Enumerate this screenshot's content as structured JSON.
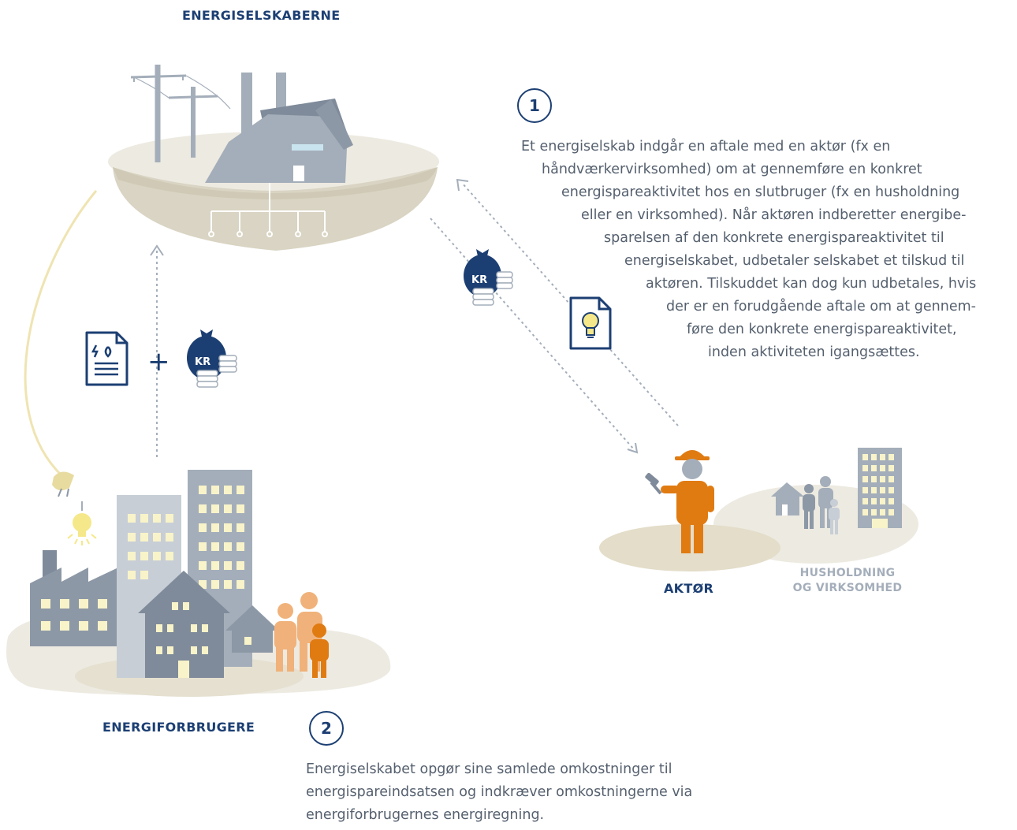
{
  "labels": {
    "energy_companies": "ENERGISELSKABERNE",
    "consumers": "ENERGIFORBRUGERE",
    "actor": "AKTØR",
    "household_line1": "HUSHOLDNING",
    "household_line2": "OG VIRKSOMHED"
  },
  "steps": [
    {
      "number": "1",
      "lines": [
        "Et energiselskab indgår en aftale med en aktør (fx en",
        "håndværkervirksomhed) om at gennemføre en konkret",
        "energispareaktivitet hos en slutbruger (fx en husholdning",
        "eller en virksomhed). Når aktøren indberetter energibe-",
        "sparelsen af den konkrete energispareaktivitet til",
        "energiselskabet, udbetaler selskabet et tilskud til",
        "aktøren. Tilskuddet kan dog kun udbetales, hvis",
        "der er en forudgående aftale om at gennem-",
        "føre den konkrete energispareaktivitet,",
        "inden aktiviteten igangsættes."
      ]
    },
    {
      "number": "2",
      "lines": [
        "Energiselskabet opgør sine samlede omkostninger til",
        "energispareindsatsen og indkræver omkostningerne via",
        "energiforbrugernes energiregning."
      ]
    }
  ],
  "icons": {
    "money_bag_text": "KR",
    "plus": "+"
  },
  "colors": {
    "navy": "#1c3f73",
    "orange": "#e07b12",
    "light_orange": "#f0b27a",
    "building_grey": "#a4aeba",
    "ground": "#ede9dd",
    "window_yellow": "#f8f3c9",
    "cable": "#efe4b2"
  }
}
